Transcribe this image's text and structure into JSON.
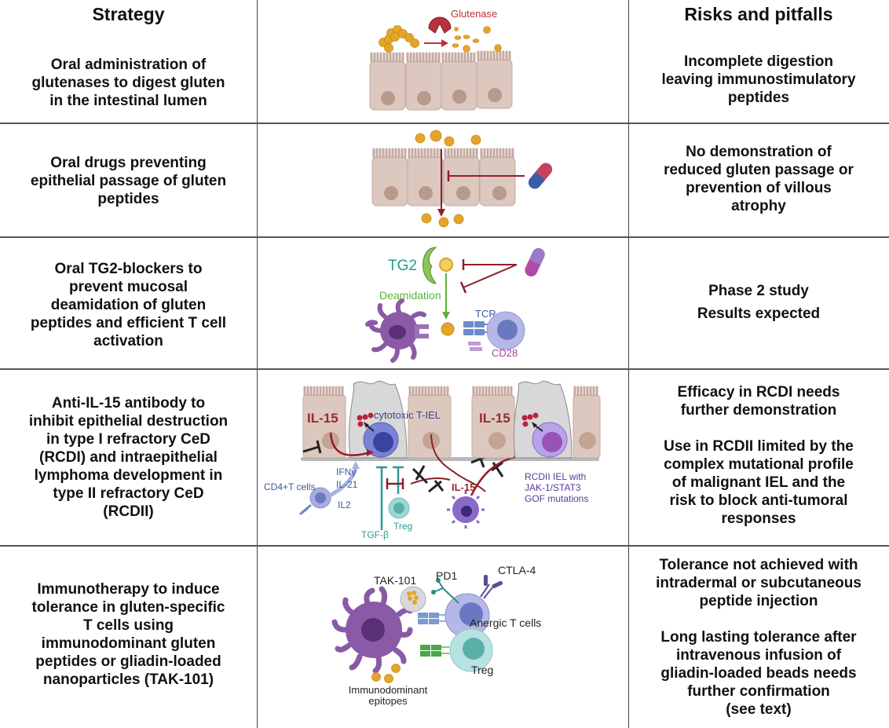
{
  "headers": {
    "strategy": "Strategy",
    "risks": "Risks and pitfalls"
  },
  "rows": [
    {
      "strategy": "Oral administration of glutenases to digest gluten in the intestinal lumen",
      "strategy_lines": [
        "Oral administration of",
        "glutenases to digest gluten",
        "in the intestinal lumen"
      ],
      "risks_lines": [
        "Incomplete digestion",
        "leaving immunostimulatory",
        "peptides"
      ],
      "figure": {
        "labels": {
          "enzyme": "Glutenase"
        }
      }
    },
    {
      "strategy_lines": [
        "Oral drugs preventing",
        "epithelial passage of gluten",
        "peptides"
      ],
      "risks_lines": [
        "No demonstration of",
        "reduced gluten passage or",
        "prevention of villous",
        "atrophy"
      ],
      "figure": {
        "labels": {}
      }
    },
    {
      "strategy_lines": [
        "Oral TG2-blockers to",
        "prevent mucosal",
        "deamidation of gluten",
        "peptides and efficient T cell",
        "activation"
      ],
      "risks_paragraphs": [
        [
          "Phase 2 study"
        ],
        [
          "Results expected"
        ]
      ],
      "figure": {
        "labels": {
          "enzyme": "TG2",
          "process": "Deamidation",
          "receptor": "TCR",
          "costim": "CD28"
        }
      }
    },
    {
      "strategy_lines": [
        "Anti-IL-15 antibody to",
        "inhibit epithelial destruction",
        "in type I refractory CeD",
        "(RCDI) and intraepithelial",
        "lymphoma development in",
        "type II refractory CeD",
        "(RCDII)"
      ],
      "risks_paragraphs": [
        [
          "Efficacy in RCDI needs",
          "further demonstration"
        ],
        [
          "Use in RCDII limited by the",
          "complex mutational profile",
          "of malignant IEL and the",
          "risk to block anti-tumoral",
          "responses"
        ]
      ],
      "figure": {
        "labels": {
          "il15_left": "IL-15",
          "il15_right": "IL-15",
          "il15_mid": "IL-15",
          "ctl": "cytotoxic T-IEL",
          "ifng": "IFNγ",
          "il21": "IL-21",
          "cd4": "CD4+T cells",
          "il2": "IL2",
          "tgfb": "TGF-β",
          "treg": "Treg",
          "rcdii_1": "RCDII IEL  with",
          "rcdii_2": "JAK-1/STAT3",
          "rcdii_3": "GOF mutations"
        }
      }
    },
    {
      "strategy_lines": [
        "Immunotherapy to induce",
        "tolerance in gluten-specific",
        "T cells using",
        "immunodominant gluten",
        "peptides or gliadin-loaded",
        "nanoparticles (TAK-101)"
      ],
      "risks_paragraphs": [
        [
          "Tolerance not achieved with",
          "intradermal or subcutaneous",
          "peptide injection"
        ],
        [
          "Long lasting tolerance after",
          "intravenous infusion of",
          "gliadin-loaded beads needs",
          "further confirmation",
          "(see text)"
        ]
      ],
      "figure": {
        "labels": {
          "nanoparticle": "TAK-101",
          "pd1": "PD1",
          "ctla4": "CTLA-4",
          "anergic": "Anergic T cells",
          "treg": "Treg",
          "epitopes_1": "Immunodominant",
          "epitopes_2": "epitopes"
        }
      }
    }
  ],
  "colors": {
    "gluten": "#e3a52a",
    "enzyme_red": "#b8323a",
    "cell_body": "#dcc8bf",
    "nucleus": "#b89a8d",
    "inhibit_red": "#8e1f2c",
    "tg2_green": "#8dc35a",
    "tg2_text": "#2a9a90",
    "deamidation_green": "#5db33c",
    "apc_purple": "#8a5aa6",
    "tcell_blue": "#a8ace0",
    "treg_teal": "#9fd6d4",
    "pill_red": "#c8415a",
    "pill_blue": "#3a5ea8",
    "pill_purple": "#b04aa8"
  }
}
